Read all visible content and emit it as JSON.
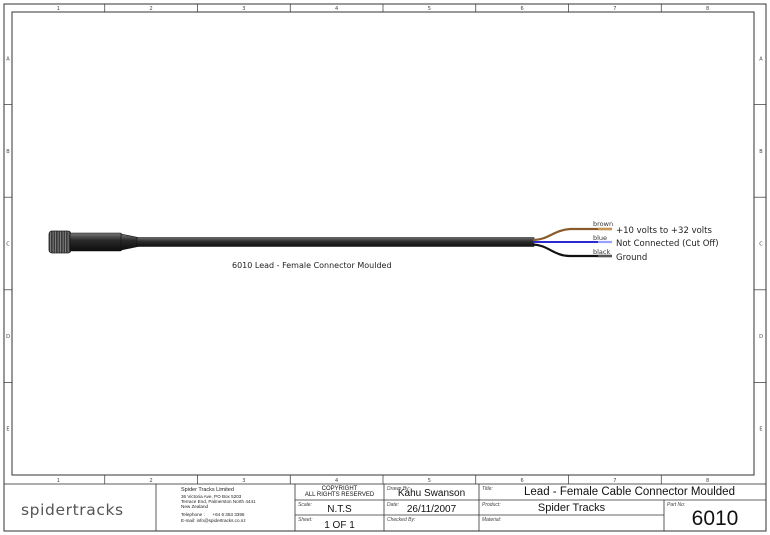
{
  "grid": {
    "columns": [
      "1",
      "2",
      "3",
      "4",
      "5",
      "6",
      "7",
      "8"
    ],
    "rows": [
      "A",
      "B",
      "C",
      "D",
      "E"
    ]
  },
  "cable": {
    "caption": "6010 Lead - Female Connector Moulded",
    "wires": [
      {
        "color_name": "brown",
        "color": "#8a5a2b",
        "label": "+10 volts to +32 volts"
      },
      {
        "color_name": "blue",
        "color": "#2a2ad0",
        "label": "Not Connected (Cut Off)"
      },
      {
        "color_name": "black",
        "color": "#111111",
        "label": "Ground"
      }
    ]
  },
  "title_block": {
    "logo": "spidertracks",
    "company": {
      "name": "Spider Tracks Limited",
      "address1": "36 Victoria Ave, PO Box 5203",
      "address2": "Terrace End, Palmerston North 4441",
      "address3": "New Zealand",
      "telephone": "Telephone :      +64 6 353 3395",
      "email": "E-mail:  info@spidertracks.co.nz"
    },
    "copyright1": "COPYRIGHT",
    "copyright2": "ALL RIGHTS RESERVED",
    "scale_label": "Scale:",
    "scale": "N.T.S",
    "sheet_label": "Sheet:",
    "sheet": "1 OF 1",
    "drawn_by_label": "Drawn By:",
    "drawn_by": "Kahu Swanson",
    "date_label": "Date:",
    "date": "26/11/2007",
    "checked_by_label": "Checked By:",
    "checked_by": "",
    "title_label": "Title:",
    "title": "Lead - Female Cable Connector Moulded",
    "product_label": "Product:",
    "product": "Spider Tracks",
    "material_label": "Material:",
    "material": "",
    "part_no_label": "Part No:",
    "part_no": "6010"
  }
}
